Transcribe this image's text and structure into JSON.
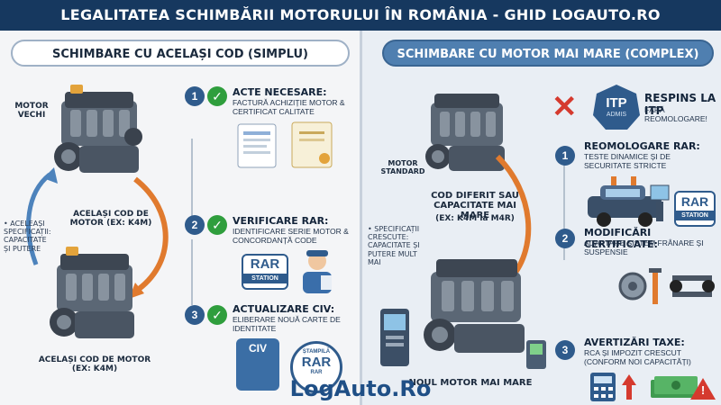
{
  "banner": {
    "title": "LEGALITATEA SCHIMBĂRII MOTORULUI ÎN ROMÂNIA - GHID LOGAUTO.RO"
  },
  "left": {
    "header": "SCHIMBARE CU ACELAȘI COD (SIMPLU)",
    "old_engine_label": "MOTOR VECHI",
    "same_code_mid": "ACELAȘI COD DE MOTOR (EX: K4M)",
    "side_note": "• ACELEAȘI SPECIFICAȚII: CAPACITATE ȘI PUTERE",
    "same_code_bottom": "ACELAȘI COD DE MOTOR (EX: K4M)",
    "steps": [
      {
        "num": "1",
        "title": "ACTE NECESARE:",
        "desc": "FACTURĂ ACHIZIȚIE MOTOR & CERTIFICAT CALITATE"
      },
      {
        "num": "2",
        "title": "VERIFICARE RAR:",
        "desc": "IDENTIFICARE SERIE MOTOR & CONCORDANȚĂ CODE"
      },
      {
        "num": "3",
        "title": "ACTUALIZARE CIV:",
        "desc": "ELIBERARE NOUĂ CARTE DE IDENTITATE"
      }
    ],
    "rar_badge": "RAR",
    "rar_station": "STATION",
    "civ_badge": "CIV",
    "stamp_top": "ȘTAMPILĂ",
    "stamp_mid": "RAR",
    "stamp_bottom": "RAR"
  },
  "right": {
    "header": "SCHIMBARE CU MOTOR MAI MARE (COMPLEX)",
    "itp_badge": "ITP",
    "itp_sub": "ADMIS",
    "rejected_title": "RESPINS LA ITP",
    "rejected_desc": "FĂRĂ REOMOLOGARE!",
    "standard_label": "MOTOR STANDARD",
    "diff_code": "COD DIFERIT SAU CAPACITATE MAI MARE",
    "diff_example": "(EX: K4M la M4R)",
    "side_note": "• SPECIFICAȚII CRESCUTE: CAPACITATE ȘI PUTERE MULT MAI",
    "new_engine_label": "NOUL MOTOR MAI MARE",
    "steps": [
      {
        "num": "1",
        "title": "REOMOLOGARE RAR:",
        "desc": "TESTE DINAMICE ȘI DE SECURITATE STRICTE"
      },
      {
        "num": "2",
        "title": "MODIFICĂRI CERTIFICATE:",
        "desc": "ADAPTARE SISTEM FRÂNARE ȘI SUSPENSIE"
      },
      {
        "num": "3",
        "title": "AVERTIZĂRI TAXE:",
        "desc": "RCA ȘI IMPOZIT CRESCUT (CONFORM NOI CAPACITĂȚI)"
      }
    ],
    "rar_badge": "RAR",
    "rar_station": "STATION",
    "x_icon": "✕",
    "warning_icon": "!"
  },
  "footer": {
    "logo": "LogAuto.Ro"
  },
  "icons": {
    "check": "✓"
  },
  "colors": {
    "banner": "#16385f",
    "accent": "#2f5b8c",
    "check": "#2f9e3d",
    "arrow": "#e07a2e",
    "reject": "#d53a2e"
  }
}
